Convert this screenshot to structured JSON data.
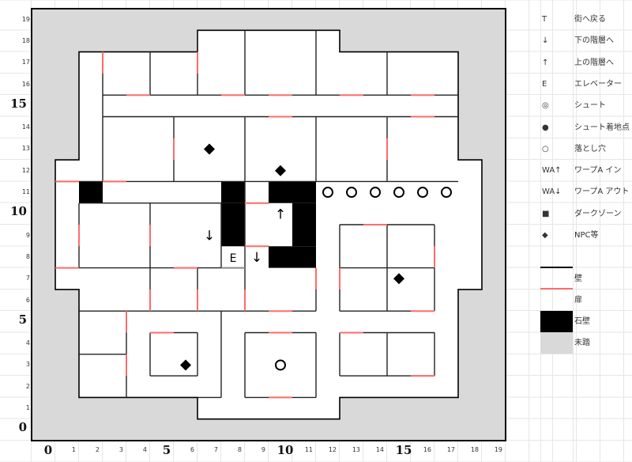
{
  "axes": {
    "x_labels": [
      "0",
      "1",
      "2",
      "3",
      "4",
      "5",
      "6",
      "7",
      "8",
      "9",
      "10",
      "11",
      "12",
      "13",
      "14",
      "15",
      "16",
      "17",
      "18",
      "19"
    ],
    "y_labels": [
      "0",
      "1",
      "2",
      "3",
      "4",
      "5",
      "6",
      "7",
      "8",
      "9",
      "10",
      "11",
      "12",
      "13",
      "14",
      "15",
      "16",
      "17",
      "18",
      "19"
    ],
    "major_every": 5
  },
  "legend": {
    "items": [
      {
        "symbol": "T",
        "label": "街へ戻る"
      },
      {
        "symbol": "↓",
        "label": "下の階層へ"
      },
      {
        "symbol": "↑",
        "label": "上の階層へ"
      },
      {
        "symbol": "E",
        "label": "エレベーター"
      },
      {
        "symbol": "◎",
        "label": "シュート"
      },
      {
        "symbol": "●",
        "label": "シュート着地点"
      },
      {
        "symbol": "○",
        "label": "落とし穴"
      },
      {
        "symbol": "WA↑",
        "label": "ワープA イン"
      },
      {
        "symbol": "WA↓",
        "label": "ワープA アウト"
      },
      {
        "symbol": "■",
        "label": "ダークゾーン"
      },
      {
        "symbol": "◆",
        "label": "NPC等"
      }
    ],
    "wall_label": "壁",
    "door_label": "扉",
    "stone_label": "石壁",
    "unvisited_label": "未踏"
  },
  "colors": {
    "wall": "#000000",
    "door": "#ff6b6b",
    "stone": "#000000",
    "unvisited": "#d9d9d9",
    "floor": "#ffffff",
    "gridline": "#e6e6e6"
  },
  "map_data": {
    "grid_size": [
      20,
      20
    ],
    "floor_outline": [
      [
        2,
        18
      ],
      [
        7,
        18
      ],
      [
        7,
        19
      ],
      [
        13,
        19
      ],
      [
        13,
        18
      ],
      [
        18,
        18
      ],
      [
        18,
        13
      ],
      [
        19,
        13
      ],
      [
        19,
        7
      ],
      [
        18,
        7
      ],
      [
        18,
        2
      ],
      [
        13,
        2
      ],
      [
        13,
        1
      ],
      [
        7,
        1
      ],
      [
        7,
        2
      ],
      [
        2,
        2
      ],
      [
        2,
        7
      ],
      [
        1,
        7
      ],
      [
        1,
        13
      ],
      [
        2,
        13
      ]
    ],
    "walls": [
      [
        3,
        16,
        18,
        16
      ],
      [
        3,
        15,
        18,
        15
      ],
      [
        3,
        12,
        18,
        12
      ],
      [
        1,
        12,
        3,
        12
      ],
      [
        2,
        11,
        8,
        11
      ],
      [
        2,
        8,
        8,
        8
      ],
      [
        2,
        6,
        12,
        6
      ],
      [
        13,
        10,
        17,
        10
      ],
      [
        13,
        8,
        17,
        8
      ],
      [
        13,
        6,
        17,
        6
      ],
      [
        5,
        5,
        7,
        5
      ],
      [
        9,
        5,
        12,
        5
      ],
      [
        13,
        5,
        17,
        5
      ],
      [
        2,
        4,
        4,
        4
      ],
      [
        5,
        3,
        7,
        3
      ],
      [
        13,
        3,
        17,
        3
      ],
      [
        7,
        2,
        8,
        2
      ],
      [
        9,
        2,
        12,
        2
      ],
      [
        3,
        18,
        3,
        12
      ],
      [
        5,
        18,
        5,
        16
      ],
      [
        7,
        19,
        7,
        16
      ],
      [
        9,
        19,
        9,
        16
      ],
      [
        12,
        19,
        12,
        16
      ],
      [
        15,
        18,
        15,
        16
      ],
      [
        6,
        15,
        6,
        12
      ],
      [
        9,
        15,
        9,
        12
      ],
      [
        12,
        15,
        12,
        12
      ],
      [
        15,
        15,
        15,
        12
      ],
      [
        2,
        11,
        2,
        8
      ],
      [
        5,
        11,
        5,
        6
      ],
      [
        8,
        11,
        8,
        8
      ],
      [
        7,
        8,
        7,
        6
      ],
      [
        9,
        12,
        9,
        6
      ],
      [
        12,
        8,
        12,
        6
      ],
      [
        13,
        10,
        13,
        6
      ],
      [
        15,
        10,
        15,
        6
      ],
      [
        17,
        10,
        17,
        6
      ],
      [
        4,
        6,
        4,
        2
      ],
      [
        8,
        6,
        8,
        2
      ],
      [
        5,
        5,
        5,
        3
      ],
      [
        7,
        5,
        7,
        3
      ],
      [
        9,
        5,
        9,
        2
      ],
      [
        12,
        5,
        12,
        2
      ],
      [
        13,
        5,
        13,
        3
      ],
      [
        15,
        5,
        15,
        3
      ],
      [
        17,
        5,
        17,
        3
      ]
    ],
    "gray_walls": [
      [
        8,
        8,
        9,
        8
      ]
    ],
    "doors": [
      [
        4,
        16,
        5,
        16
      ],
      [
        8,
        16,
        9,
        16
      ],
      [
        10,
        16,
        11,
        16
      ],
      [
        13,
        16,
        14,
        16
      ],
      [
        16,
        16,
        17,
        16
      ],
      [
        10,
        15,
        11,
        15
      ],
      [
        16,
        15,
        17,
        15
      ],
      [
        3,
        18,
        3,
        17
      ],
      [
        7,
        18,
        7,
        17
      ],
      [
        15,
        14,
        15,
        13
      ],
      [
        6,
        14,
        6,
        13
      ],
      [
        1,
        12,
        2,
        12
      ],
      [
        3,
        12,
        4,
        12
      ],
      [
        2,
        10,
        2,
        9
      ],
      [
        5,
        10,
        5,
        9
      ],
      [
        9,
        11,
        10,
        11
      ],
      [
        9,
        9,
        10,
        9
      ],
      [
        1,
        8,
        2,
        8
      ],
      [
        6,
        8,
        7,
        8
      ],
      [
        5,
        7,
        5,
        6
      ],
      [
        7,
        7,
        7,
        6
      ],
      [
        9,
        7,
        9,
        6
      ],
      [
        12,
        8,
        12,
        7
      ],
      [
        10,
        6,
        11,
        6
      ],
      [
        4,
        6,
        4,
        5
      ],
      [
        4,
        4,
        4,
        3
      ],
      [
        5,
        5,
        6,
        5
      ],
      [
        10,
        5,
        11,
        5
      ],
      [
        10,
        2,
        11,
        2
      ],
      [
        14,
        10,
        15,
        10
      ],
      [
        17,
        9,
        17,
        8
      ],
      [
        13,
        8,
        13,
        7
      ],
      [
        16,
        6,
        17,
        6
      ],
      [
        13,
        5,
        14,
        5
      ],
      [
        16,
        3,
        17,
        3
      ]
    ],
    "stone_cells": [
      [
        2,
        11
      ],
      [
        8,
        11
      ],
      [
        8,
        10
      ],
      [
        8,
        9
      ],
      [
        10,
        11
      ],
      [
        11,
        11
      ],
      [
        11,
        10
      ],
      [
        11,
        9
      ],
      [
        10,
        8
      ],
      [
        11,
        8
      ]
    ],
    "markers": [
      {
        "type": "stairs-down",
        "symbol": "↓",
        "cell": [
          7,
          9
        ]
      },
      {
        "type": "stairs-up",
        "symbol": "↑",
        "cell": [
          10,
          10
        ]
      },
      {
        "type": "elevator",
        "symbol": "E",
        "cell": [
          8,
          8
        ]
      },
      {
        "type": "stairs-down",
        "symbol": "↓",
        "cell": [
          9,
          8
        ]
      },
      {
        "type": "npc",
        "symbol": "◆",
        "cell": [
          7,
          13
        ]
      },
      {
        "type": "npc",
        "symbol": "◆",
        "cell": [
          10,
          12
        ]
      },
      {
        "type": "npc",
        "symbol": "◆",
        "cell": [
          15,
          7
        ]
      },
      {
        "type": "npc",
        "symbol": "◆",
        "cell": [
          6,
          3
        ]
      },
      {
        "type": "pitfall",
        "symbol": "○",
        "cell": [
          12,
          11
        ]
      },
      {
        "type": "pitfall",
        "symbol": "○",
        "cell": [
          13,
          11
        ]
      },
      {
        "type": "pitfall",
        "symbol": "○",
        "cell": [
          14,
          11
        ]
      },
      {
        "type": "pitfall",
        "symbol": "○",
        "cell": [
          15,
          11
        ]
      },
      {
        "type": "pitfall",
        "symbol": "○",
        "cell": [
          16,
          11
        ]
      },
      {
        "type": "pitfall",
        "symbol": "○",
        "cell": [
          17,
          11
        ]
      },
      {
        "type": "pitfall",
        "symbol": "○",
        "cell": [
          10,
          3
        ]
      }
    ]
  }
}
